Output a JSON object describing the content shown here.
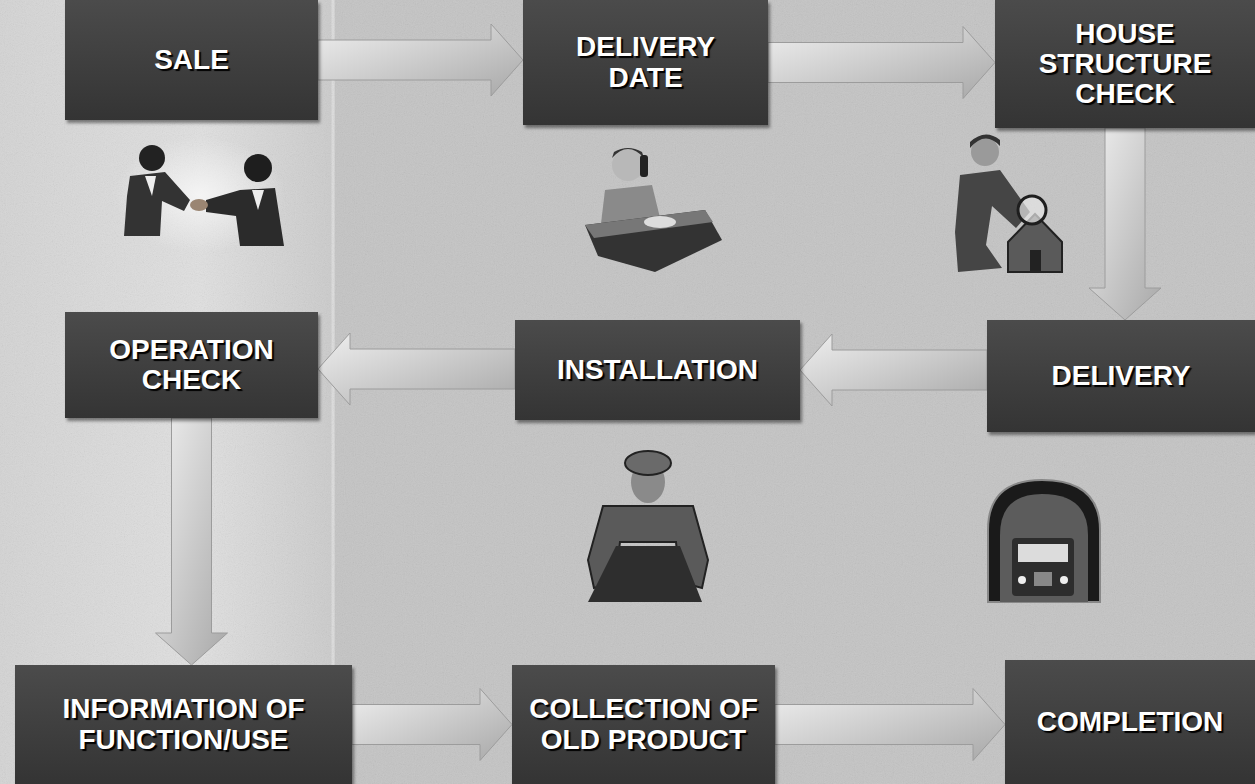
{
  "diagram": {
    "nodes": [
      {
        "text": [
          "SALE"
        ]
      },
      {
        "text": [
          "DELIVERY DATE"
        ]
      },
      {
        "text": [
          "HOUSE STRUCTURE CHECK"
        ]
      },
      {
        "text": [
          "OPERATION CHECK"
        ]
      },
      {
        "text": [
          "INSTALLATION"
        ]
      },
      {
        "text": [
          "DELIVERY"
        ]
      },
      {
        "text": [
          "INFORMATION OF FUNCTION/USE"
        ]
      },
      {
        "text": [
          "COLLECTION OF OLD PRODUCT"
        ]
      },
      {
        "text": [
          "COMPLETION"
        ]
      }
    ],
    "edges": [
      {
        "from": 0,
        "to": 1,
        "arrow": "to"
      },
      {
        "from": 1,
        "to": 2,
        "arrow": "to"
      },
      {
        "from": 2,
        "to": 5,
        "arrow": "to"
      },
      {
        "from": 5,
        "to": 4,
        "arrow": "to"
      },
      {
        "from": 4,
        "to": 3,
        "arrow": "to"
      },
      {
        "from": 3,
        "to": 6,
        "arrow": "to"
      },
      {
        "from": 6,
        "to": 7,
        "arrow": "to"
      },
      {
        "from": 7,
        "to": 8,
        "arrow": "to"
      }
    ]
  }
}
